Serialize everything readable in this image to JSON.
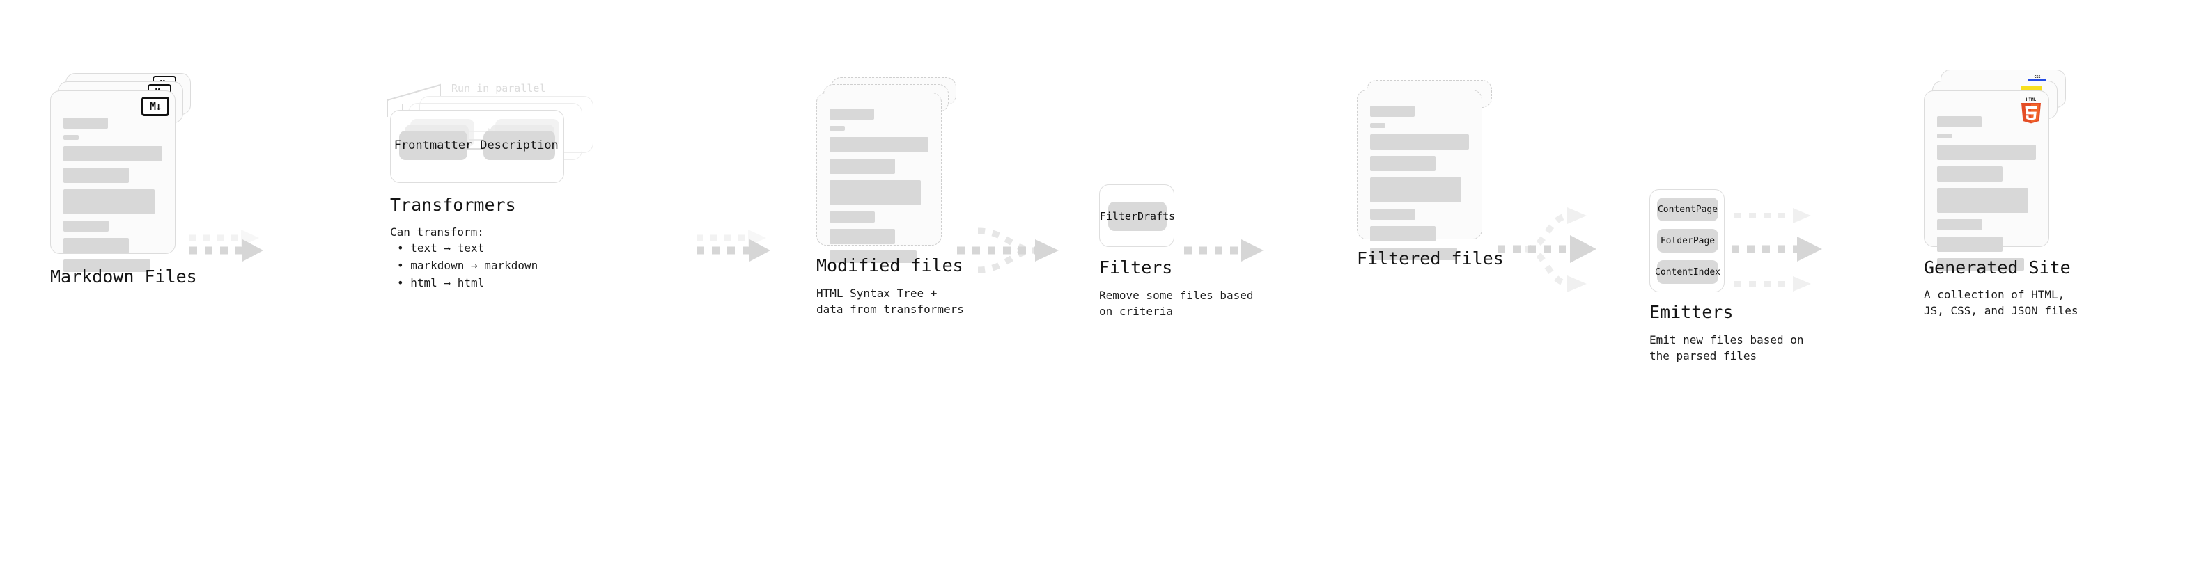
{
  "diagram": {
    "type": "pipeline-flow",
    "background": "#ffffff",
    "accent_colors": {
      "skeleton": "#d8d8d8",
      "card_border": "#dcdcdc",
      "dashed_border": "#cfcfcf",
      "pill": "#d9d9d9",
      "arrow": "#d6d6d6",
      "html5_orange": "#e44d26",
      "html5_light": "#f16529",
      "css_blue": "#264de4",
      "js_yellow": "#f7df1e",
      "muted_label": "#dcdcdc"
    }
  },
  "stages": [
    {
      "id": "markdown-files",
      "title": "Markdown Files",
      "subtitle": "",
      "icon": "markdown-badge",
      "icon_text": "M",
      "icon_arrow": "↓",
      "card_style": "solid-stack"
    },
    {
      "id": "transformers",
      "title": "Transformers",
      "subtitle": "Can transform:",
      "parallel_label": "Run in parallel",
      "bullets": [
        "• text → text",
        "• markdown → markdown",
        "• html → html"
      ],
      "pills": [
        "Frontmatter",
        "Description"
      ],
      "card_style": "panel-stack"
    },
    {
      "id": "modified-files",
      "title": "Modified files",
      "subtitle": "HTML Syntax Tree +\ndata from transformers",
      "card_style": "dashed-stack"
    },
    {
      "id": "filters",
      "title": "Filters",
      "subtitle": "Remove some files based\non criteria",
      "pills": [
        "FilterDrafts"
      ],
      "card_style": "panel"
    },
    {
      "id": "filtered-files",
      "title": "Filtered files",
      "subtitle": "",
      "card_style": "dashed-stack"
    },
    {
      "id": "emitters",
      "title": "Emitters",
      "subtitle": "Emit new files based on\nthe parsed files",
      "pills": [
        "ContentPage",
        "FolderPage",
        "ContentIndex"
      ],
      "card_style": "panel"
    },
    {
      "id": "generated-site",
      "title": "Generated Site",
      "subtitle": "A collection of HTML,\nJS, CSS, and JSON files",
      "icon": "html5-badge",
      "icon_text": "HTML",
      "badges": [
        "css-badge",
        "js-badge",
        "html5-badge"
      ],
      "card_style": "solid-stack"
    }
  ],
  "connectors": [
    {
      "id": "md-to-transformers",
      "style": "dotted-arrow"
    },
    {
      "id": "transformers-to-modified",
      "style": "dotted-arrow"
    },
    {
      "id": "modified-to-filters",
      "style": "dotted-arrow-converge"
    },
    {
      "id": "filters-to-filtered",
      "style": "dotted-arrow"
    },
    {
      "id": "filtered-to-emitters",
      "style": "dotted-arrow-fan"
    },
    {
      "id": "emitters-to-site",
      "style": "dotted-arrow-fan"
    }
  ]
}
